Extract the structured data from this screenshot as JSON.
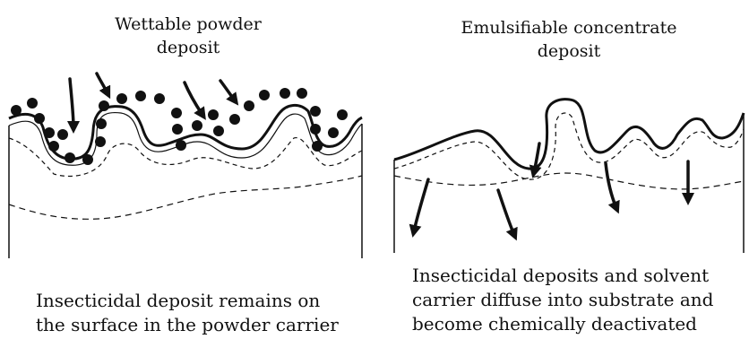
{
  "left_panel": {
    "title_line1": "Wettable powder",
    "title_line2": "deposit",
    "caption_line1": "Insecticidal deposit remains on",
    "caption_line2": "the surface in the powder carrier"
  },
  "right_panel": {
    "title_line1": "Emulsifiable concentrate",
    "title_line2": "deposit",
    "caption_line1": "Insecticidal deposits and solvent",
    "caption_line2": "carrier diffuse into substrate and",
    "caption_line3": "become chemically deactivated"
  }
}
